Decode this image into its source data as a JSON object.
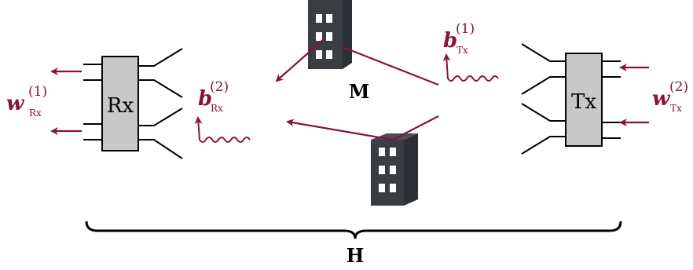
{
  "colors": {
    "accent": "#8a1040",
    "building": "#3a3d42",
    "window": "#ffffff",
    "box_fill": "#c8c8c8",
    "line": "#000000"
  },
  "rx_box": {
    "label": "Rx"
  },
  "tx_box": {
    "label": "Tx"
  },
  "labels": {
    "w_rx_base": "w",
    "w_rx_sup": "(1)",
    "w_rx_sub": "Rx",
    "b_rx_base": "b",
    "b_rx_sup": "(2)",
    "b_rx_sub": "Rx",
    "b_tx_base": "b",
    "b_tx_sup": "(1)",
    "b_tx_sub": "Tx",
    "w_tx_base": "w",
    "w_tx_sup": "(2)",
    "w_tx_sub": "Tx",
    "m_label": "M",
    "h_label": "H"
  },
  "icons": {
    "building_top": "building-icon",
    "building_bottom": "building-icon"
  }
}
